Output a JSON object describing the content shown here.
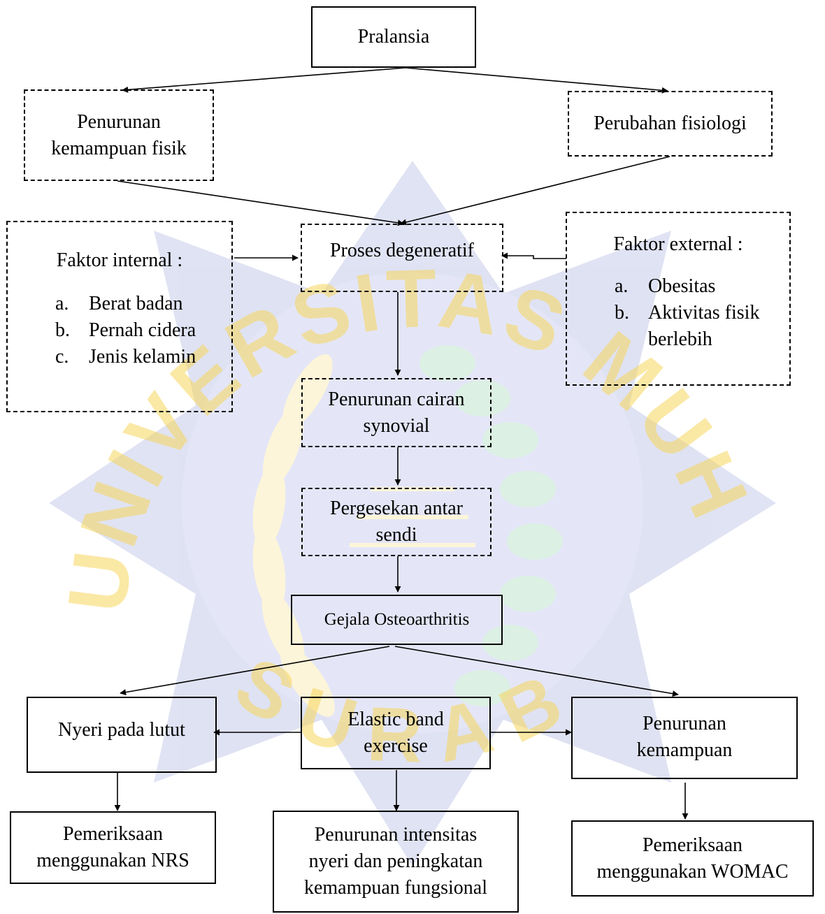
{
  "nodes": {
    "pralansia": "Pralansia",
    "penurunan_fisik": [
      "Penurunan",
      "kemampuan fisik"
    ],
    "perubahan_fisiologi": "Perubahan fisiologi",
    "proses_degeneratif": "Proses degeneratif",
    "faktor_internal": {
      "title": "Faktor internal :",
      "items": [
        {
          "marker": "a.",
          "text": "Berat badan"
        },
        {
          "marker": "b.",
          "text": "Pernah cidera"
        },
        {
          "marker": "c.",
          "text": "Jenis kelamin"
        }
      ]
    },
    "faktor_external": {
      "title": "Faktor external :",
      "items": [
        {
          "marker": "a.",
          "text": "Obesitas"
        },
        {
          "marker": "b.",
          "text": "Aktivitas fisik"
        },
        {
          "marker": "",
          "text": "berlebih"
        }
      ]
    },
    "penurunan_cairan": [
      "Penurunan cairan",
      "synovial"
    ],
    "pergesekan": [
      "Pergesekan antar",
      "sendi"
    ],
    "gejala": "Gejala Osteoarthritis",
    "nyeri_lutut": "Nyeri pada lutut",
    "elastic_band": [
      "Elastic band",
      "exercise"
    ],
    "penurunan_kemampuan": [
      "Penurunan",
      "kemampuan"
    ],
    "pemeriksaan_nrs": [
      "Pemeriksaan",
      "menggunakan NRS"
    ],
    "hasil": [
      "Penurunan intensitas",
      "nyeri dan peningkatan",
      "kemampuan fungsional"
    ],
    "pemeriksaan_womac": [
      "Pemeriksaan",
      "menggunakan WOMAC"
    ]
  },
  "watermark": {
    "arc_top": "UNIVERSITAS MUHAMMADIYAH",
    "arc_bottom": "SURABAYA",
    "colors": {
      "gold": "#f5c518",
      "green": "#2fa860",
      "blue": "#3f4fb5"
    }
  }
}
